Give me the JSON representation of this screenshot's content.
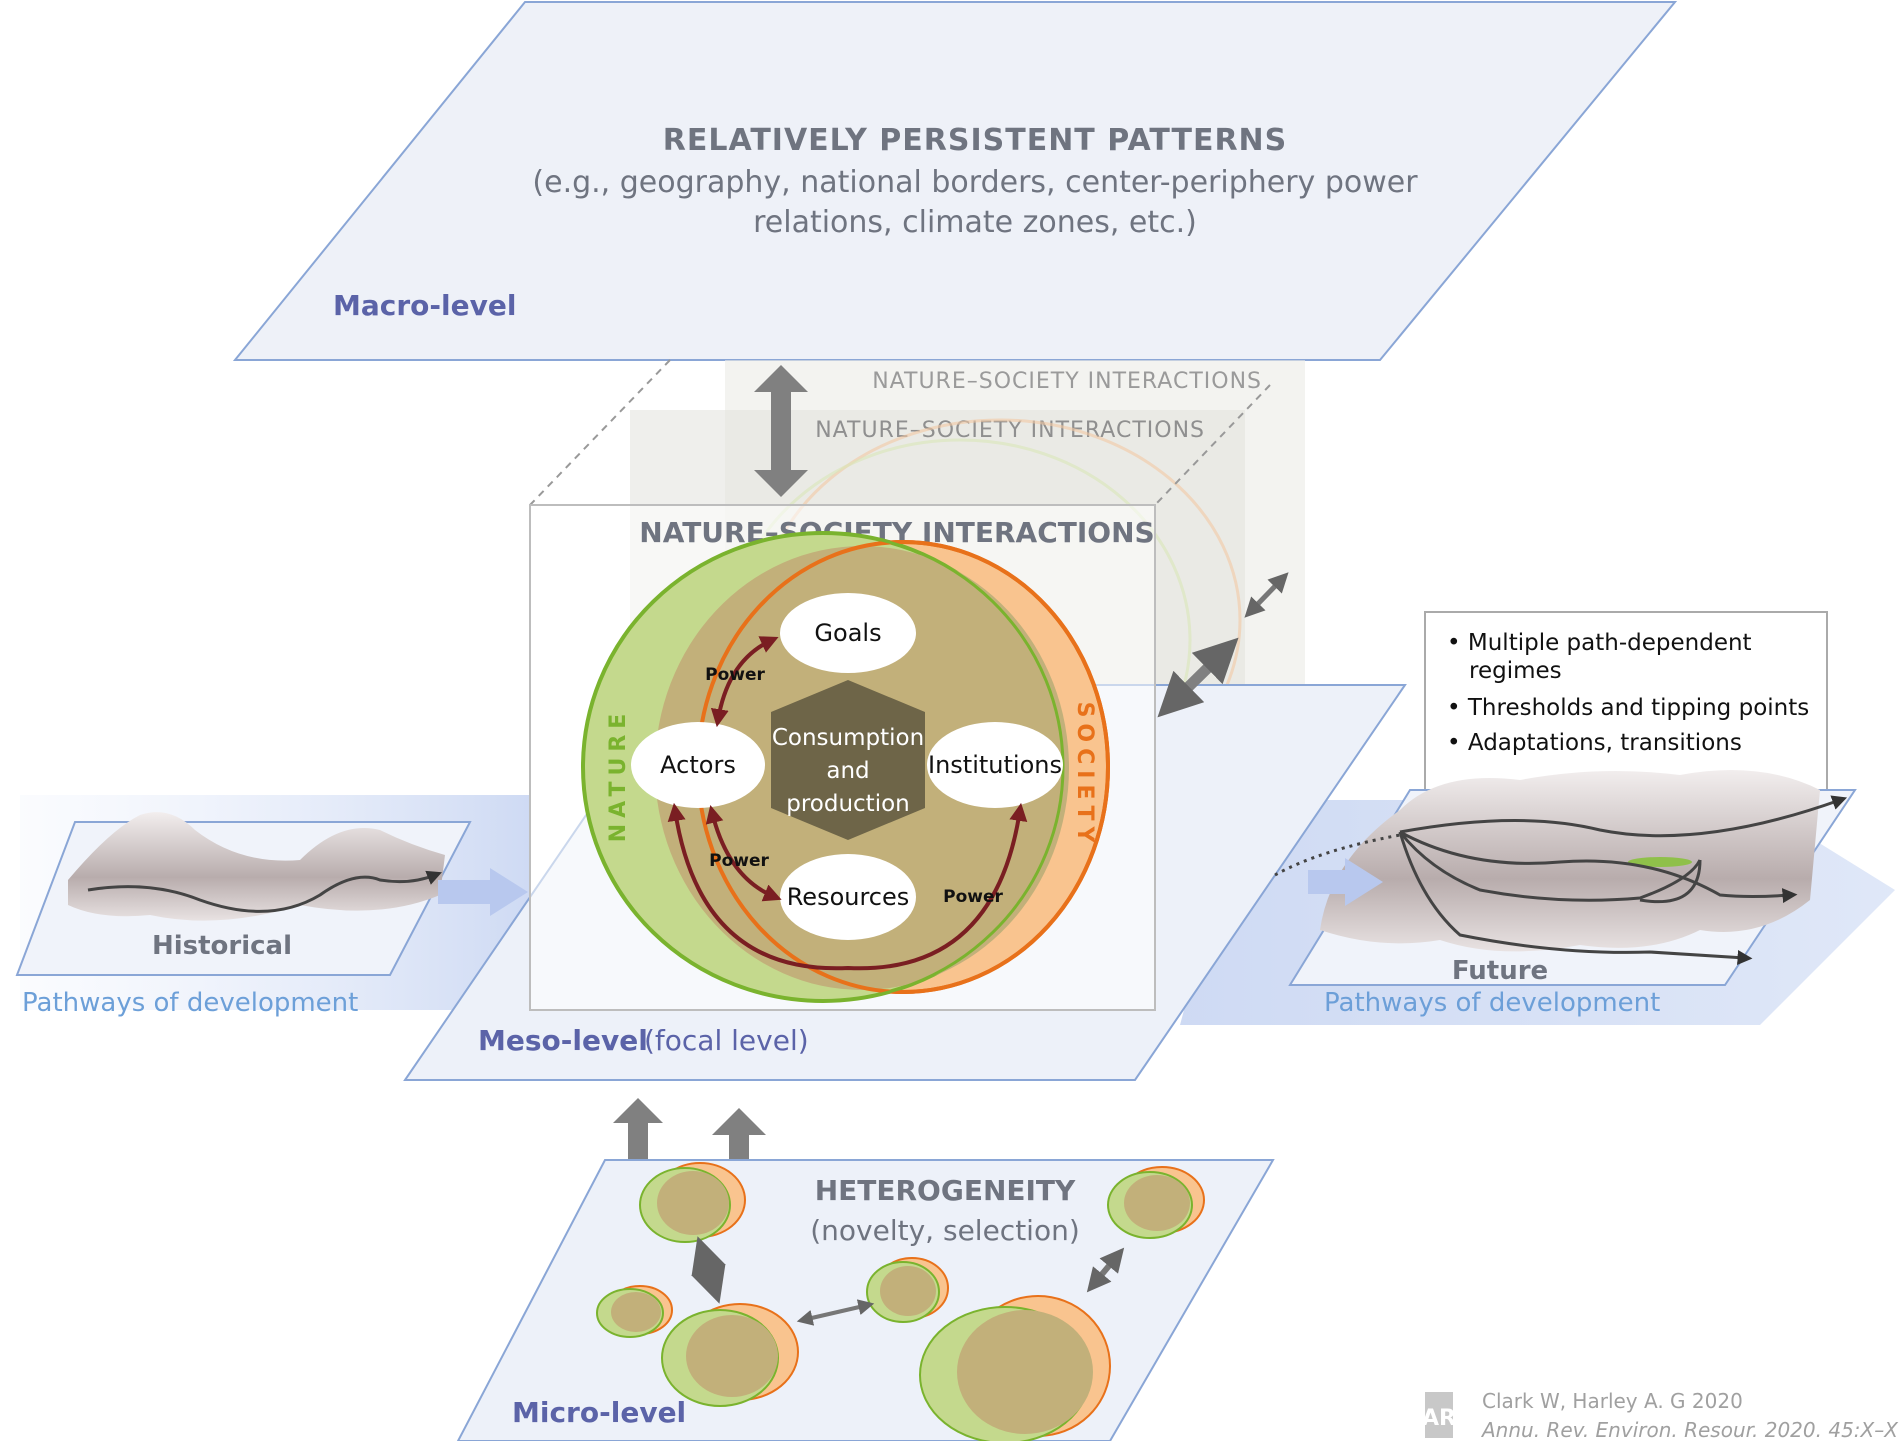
{
  "macro": {
    "title": "RELATIVELY PERSISTENT PATTERNS",
    "subtitle_line1": "(e.g., geography, national borders, center-periphery power",
    "subtitle_line2": "relations, climate zones, etc.)",
    "level_label": "Macro-level"
  },
  "interactions": {
    "back_label": "NATURE–SOCIETY INTERACTIONS",
    "mid_label": "NATURE–SOCIETY INTERACTIONS",
    "front_label": "NATURE–SOCIETY INTERACTIONS"
  },
  "core": {
    "nature": "NATURE",
    "society": "SOCIETY",
    "goals": "Goals",
    "actors": "Actors",
    "institutions": "Institutions",
    "resources": "Resources",
    "center_line1": "Consumption",
    "center_line2": "and",
    "center_line3": "production",
    "power": "Power"
  },
  "meso": {
    "level_label": "Meso-level",
    "level_note": "(focal level)"
  },
  "historical": {
    "label": "Historical",
    "pathways": "Pathways of development"
  },
  "future": {
    "label": "Future",
    "pathways": "Pathways of development",
    "bullets": [
      "• Multiple path-dependent",
      "regimes",
      "• Thresholds and tipping points",
      "• Adaptations, transitions"
    ]
  },
  "micro": {
    "title": "HETEROGENEITY",
    "subtitle": "(novelty, selection)",
    "level_label": "Micro-level"
  },
  "credit": {
    "logo": "AR",
    "line1": "Clark W, Harley A. G 2020",
    "line2": "Annu. Rev. Environ. Resour. 2020. 45:X–X"
  },
  "colors": {
    "level_blue": "#5b63a8",
    "plane_stroke": "#8aa6d6",
    "grey_text": "#6f7480",
    "nature_green": "#7ab32e",
    "society_orange": "#e8711a",
    "core_brown": "#c2b07a",
    "hexagon": "#6e6548",
    "power_arrow": "#7a1e22"
  }
}
